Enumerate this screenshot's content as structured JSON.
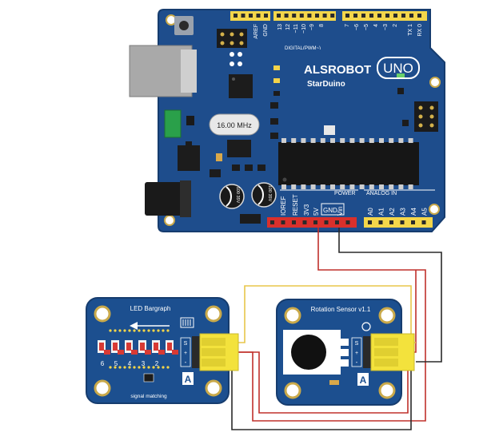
{
  "colors": {
    "board": "#1e4d8c",
    "board_edge": "#163c6e",
    "module": "#1c4f8f",
    "header_yellow": "#f4d64a",
    "header_red": "#d9302c",
    "wire_red": "#c0302b",
    "wire_black": "#2a2a2a",
    "wire_yellow": "#e8c64a"
  },
  "arduino": {
    "brand": "ALSROBOT",
    "model": "StarDuino",
    "badge": "UNO",
    "crystal": "16.00 MHz",
    "digital_label": "DIGITAL(PWM~)",
    "top_pins": [
      "AREF",
      "GND",
      "13",
      "12",
      "~11",
      "~10",
      "~9",
      "8",
      "7",
      "~6",
      "~5",
      "4",
      "~3",
      "2",
      "TX 1",
      "RX 0"
    ],
    "power_pins": [
      "IOREF",
      "RESET",
      "3V3",
      "5V",
      "GND",
      "Vin"
    ],
    "power_label": "POWER",
    "analog_label": "ANALOG IN",
    "analog_pins": [
      "A0",
      "A1",
      "A2",
      "A3",
      "A4",
      "A5"
    ],
    "cap_label": "100 35V"
  },
  "led_bargraph": {
    "title": "LED Bargraph",
    "numbers": [
      "6",
      "5",
      "4",
      "3",
      "2"
    ],
    "footer": "signal matching",
    "pins": [
      "S",
      "+",
      "-"
    ],
    "logo": "A"
  },
  "rotation_sensor": {
    "title": "Rotation Sensor v1.1",
    "pins": [
      "S",
      "+",
      "-"
    ],
    "logo": "A"
  }
}
